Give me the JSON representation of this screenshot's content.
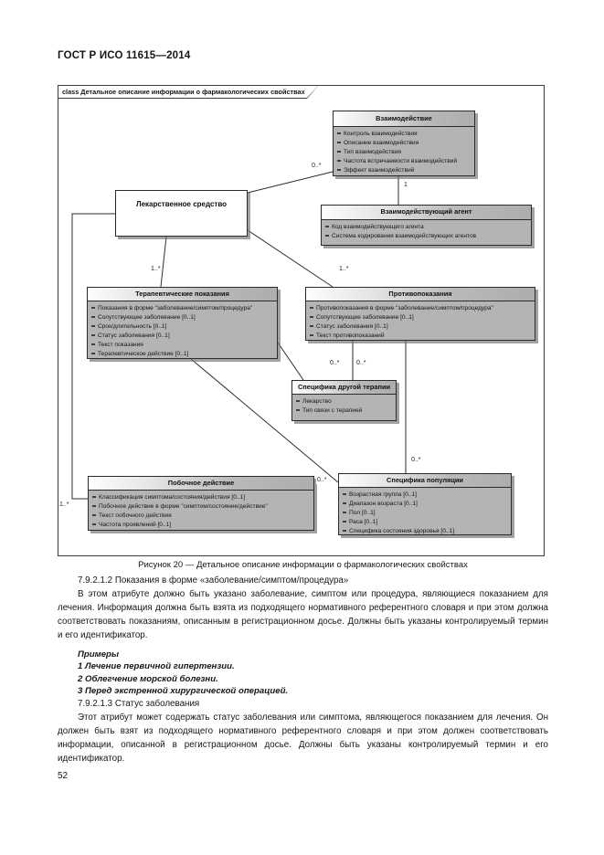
{
  "page": {
    "header": "ГОСТ Р ИСО 11615—2014",
    "page_number": "52"
  },
  "diagram": {
    "frame_label": "class Детальное описание информации о фармакологических свойствах",
    "classes": [
      {
        "title": "Взаимодействие",
        "attributes": [
          "Контроль взаимодействия",
          "Описание взаимодействия",
          "Тип взаимодействия",
          "Частота встречаемости взаимодействий",
          "Эффект взаимодействий"
        ]
      },
      {
        "title": "Лекарственное средство",
        "attributes": []
      },
      {
        "title": "Взаимодействующий агент",
        "attributes": [
          "Код взаимодействующего агента",
          "Система кодирования взаимодействующих агентов"
        ]
      },
      {
        "title": "Терапевтические показания",
        "attributes": [
          "Показания в форме \"заболевание/симптом/процедура\"",
          "Сопутствующее заболевание [0..1]",
          "Срок/длительность [0..1]",
          "Статус заболевания [0..1]",
          "Текст показания",
          "Терапевтическое действие [0..1]"
        ]
      },
      {
        "title": "Противопоказания",
        "attributes": [
          "Противопоказания в форме \"заболевание/симптом/процедура\"",
          "Сопутствующее заболевание [0..1]",
          "Статус заболевания [0..1]",
          "Текст противопоказаний"
        ]
      },
      {
        "title": "Специфика другой терапии",
        "attributes": [
          "Лекарство",
          "Тип связи с терапией"
        ]
      },
      {
        "title": "Побочное действие",
        "attributes": [
          "Классификация симптома/состояния/действия [0..1]",
          "Побочное действие в форме \"симптом/состояние/действие\"",
          "Текст побочного действия",
          "Частота проявлений [0..1]"
        ]
      },
      {
        "title": "Специфика популяции",
        "attributes": [
          "Возрастная группа [0..1]",
          "Диапазон возраста [0..1]",
          "Пол [0..1]",
          "Раса [0..1]",
          "Специфика состояния здоровья [0..1]"
        ]
      }
    ],
    "multiplicities": {
      "drug_interaction": "0..*",
      "interaction_agent": "1",
      "drug_indications": "1..*",
      "drug_contraindications": "1..*",
      "indications_therapy": "0..*",
      "contraindications_therapy": "0..*",
      "contraindications_population": "0..*",
      "indications_population": "0..*",
      "drug_sideeffect": "1..*"
    }
  },
  "caption": "Рисунок 20 — Детальное описание информации о фармакологических свойствах",
  "body": {
    "section1_heading": "7.9.2.1.2 Показания в форме «заболевание/симптом/процедура»",
    "section1_text": "В этом атрибуте должно быть указано заболевание, симптом или процедура, являющиеся показанием для лечения. Информация должна быть взята из подходящего нормативного референтного словаря и при этом должна соответствовать показаниям, описанным в регистрационном досье. Должны быть указаны контролируемый термин и его идентификатор.",
    "examples_title": "Примеры",
    "examples": [
      "1 Лечение первичной гипертензии.",
      "2 Облегчение морской болезни.",
      "3 Перед экстренной хирургической операцией."
    ],
    "section2_heading": "7.9.2.1.3 Статус заболевания",
    "section2_text": "Этот атрибут может содержать статус заболевания или симптома, являющегося показанием для лечения. Он должен быть взят из подходящего нормативного референтного словаря и при этом должен соответствовать информации, описанной в регистрационном досье. Должны быть указаны контролируемый термин и его идентификатор."
  }
}
